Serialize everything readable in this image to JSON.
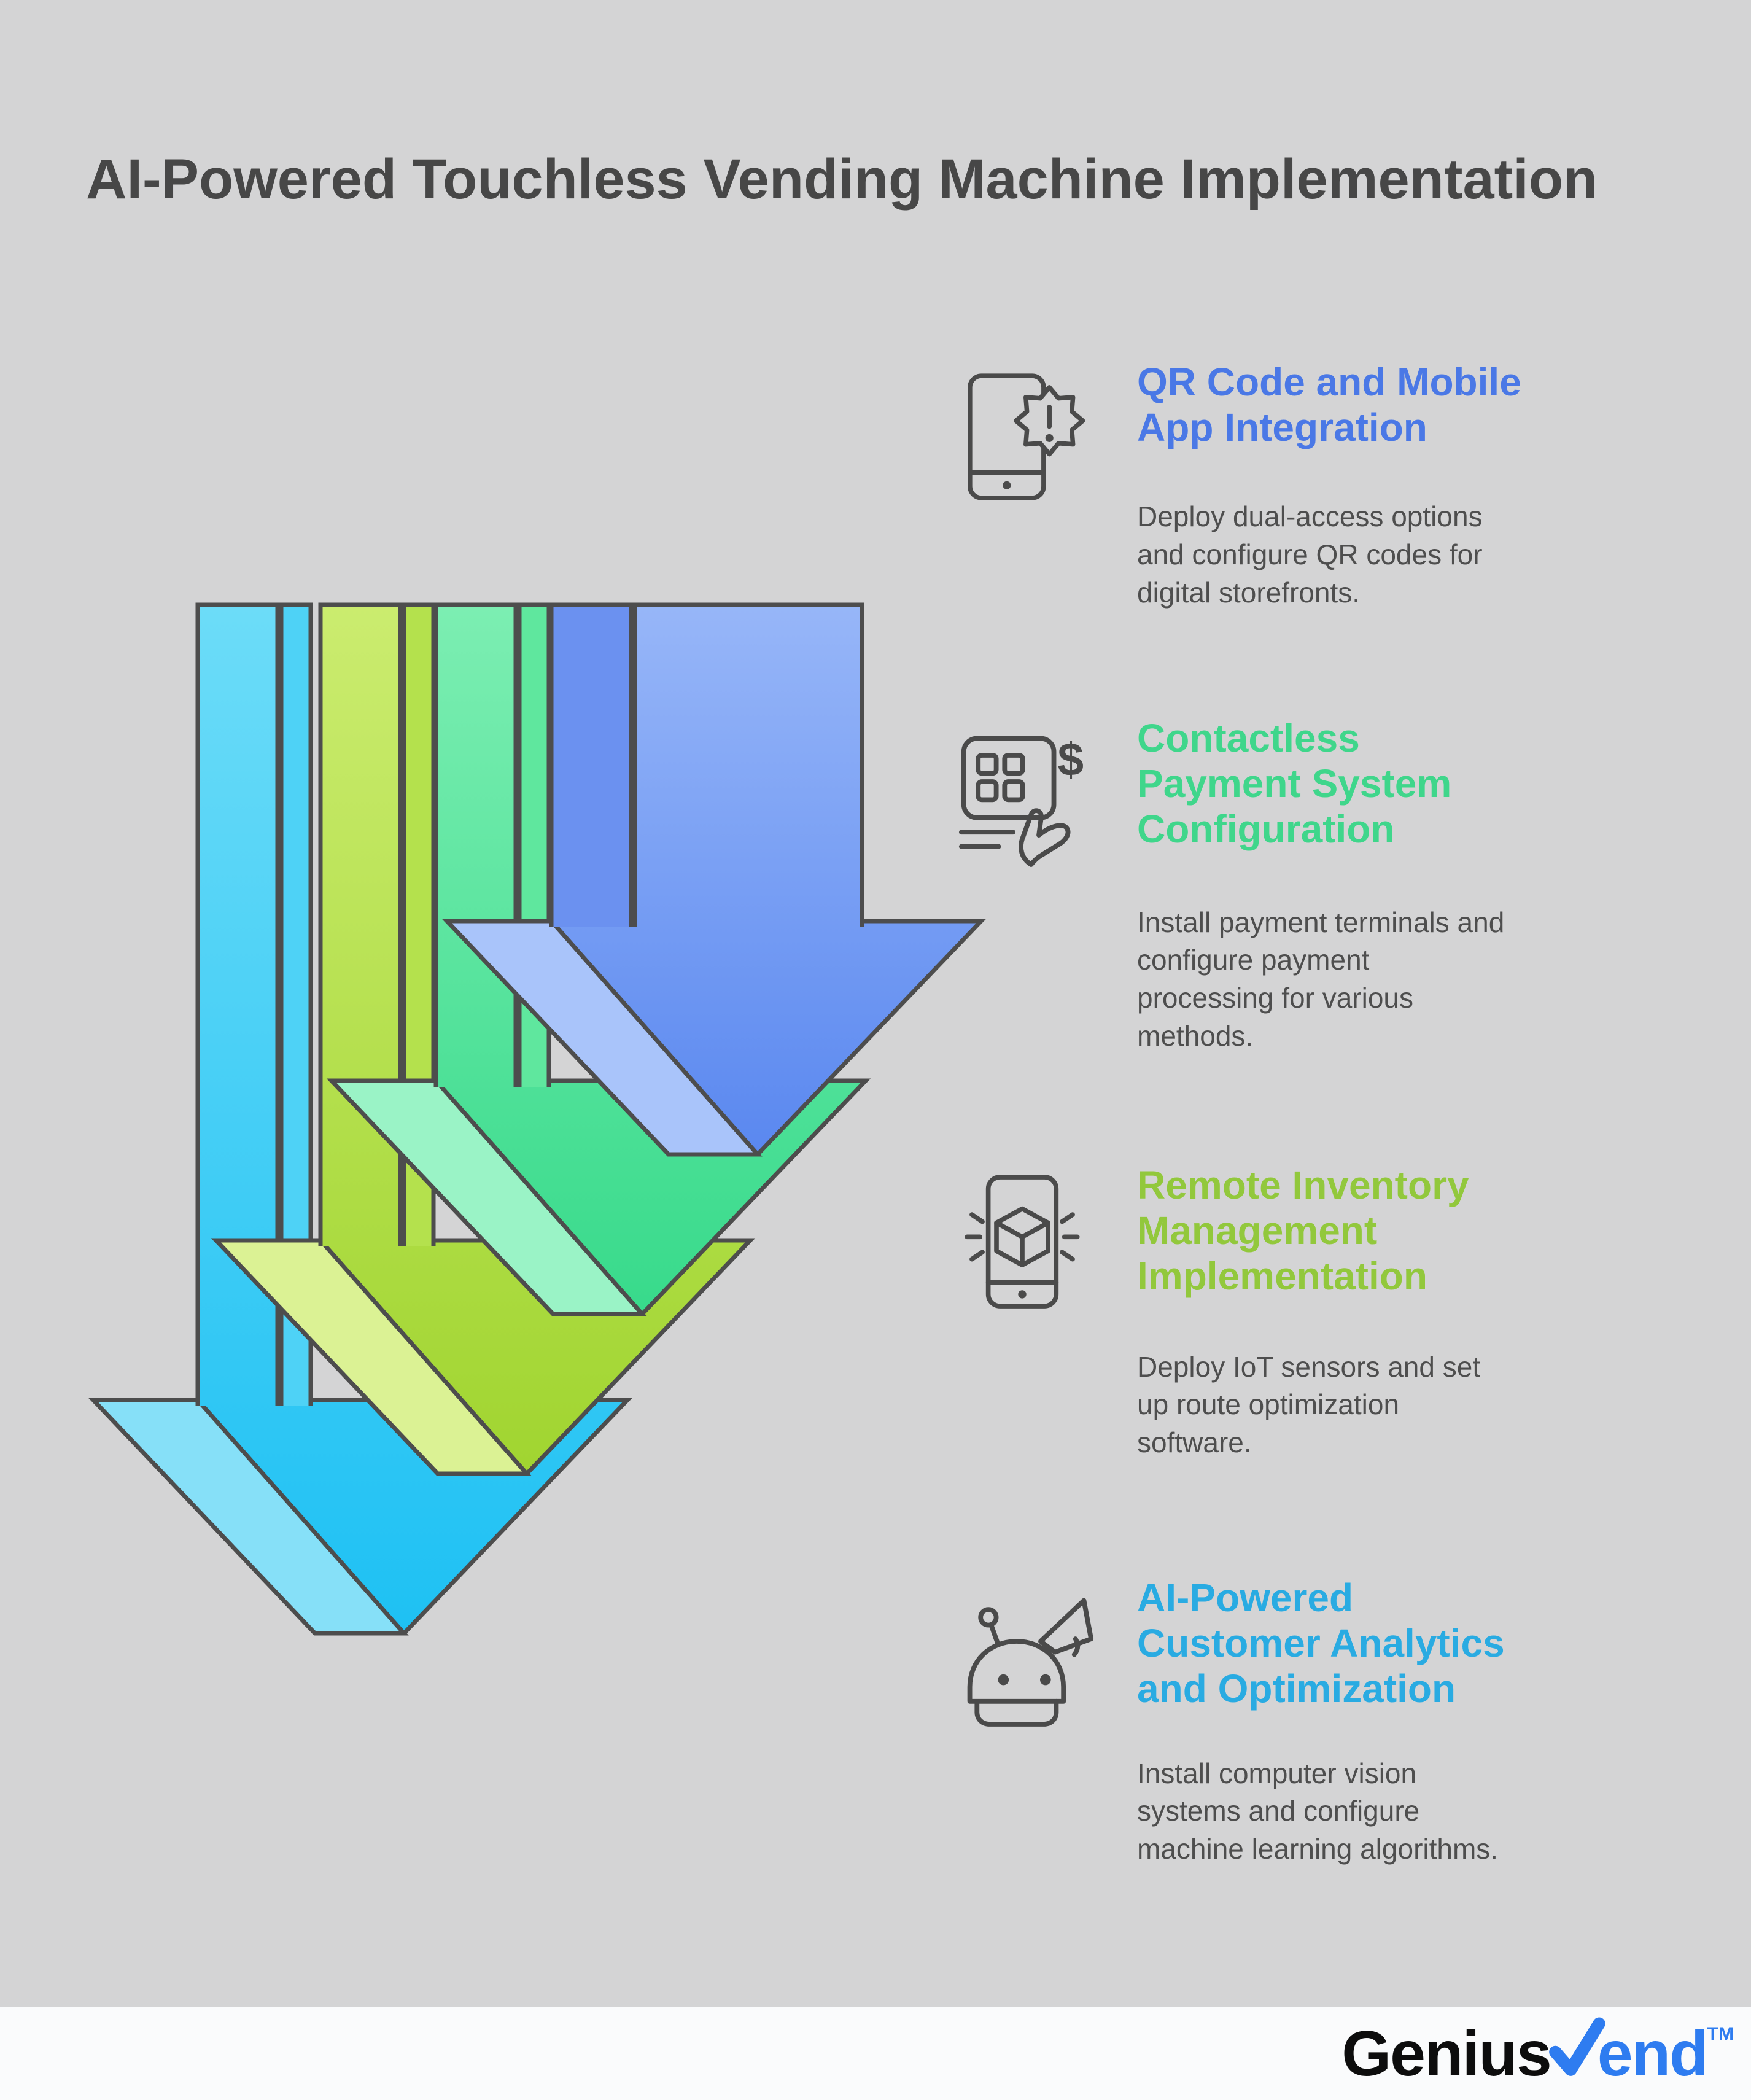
{
  "title": "AI-Powered Touchless Vending Machine Implementation",
  "steps": [
    {
      "icon": "phone-alert-icon",
      "heading": "QR Code and Mobile App Integration",
      "heading_color": "#4a78e6",
      "description": "Deploy dual-access options and configure QR codes for digital storefronts."
    },
    {
      "icon": "payment-terminal-icon",
      "heading": "Contactless Payment System Configuration",
      "heading_color": "#3fd68b",
      "description": "Install payment terminals and configure payment processing for various methods."
    },
    {
      "icon": "inventory-phone-icon",
      "heading": "Remote Inventory Management Implementation",
      "heading_color": "#92c83c",
      "description": "Deploy IoT sensors and set up route optimization software."
    },
    {
      "icon": "robot-megaphone-icon",
      "heading": "AI-Powered Customer Analytics and Optimization",
      "heading_color": "#29abe2",
      "description": "Install computer vision systems and configure machine learning algorithms."
    }
  ],
  "arrow_cascade": {
    "order_front_to_back": [
      "blue-step1",
      "green-step2",
      "lime-step3",
      "cyan-step4"
    ],
    "colors": {
      "step1_blue": "#5584ef",
      "step2_green": "#34d989",
      "step3_lime": "#a0d52f",
      "step4_cyan": "#1cc0f3",
      "outline": "#4d4d4d"
    }
  },
  "background_color": "#d4d4d5",
  "logo": {
    "part1": "Genius",
    "part2": "end",
    "tm": "TM",
    "check_color": "#2e7cf0",
    "text_color": "#0d0d0d"
  }
}
